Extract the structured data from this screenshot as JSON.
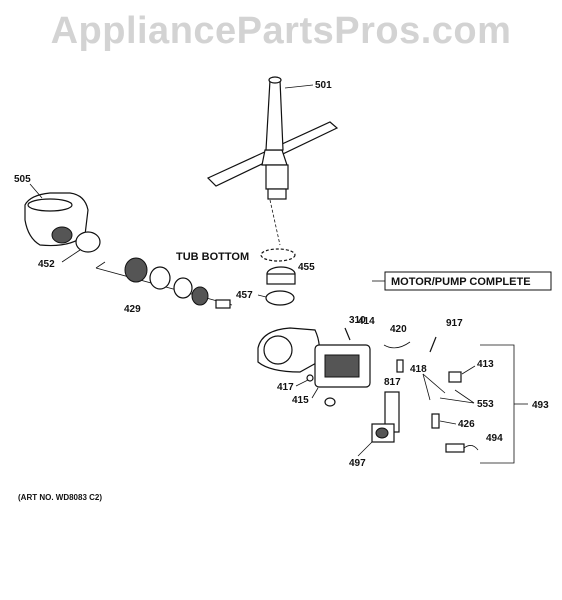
{
  "watermark": "AppliancePartsPros.com",
  "callouts": {
    "c501": "501",
    "c505": "505",
    "c452": "452",
    "c429": "429",
    "c455": "455",
    "c457": "457",
    "c310": "310",
    "c414": "414",
    "c420": "420",
    "c917": "917",
    "c413": "413",
    "c418": "418",
    "c817": "817",
    "c417": "417",
    "c415": "415",
    "c553": "553",
    "c493": "493",
    "c426": "426",
    "c494": "494",
    "c497": "497"
  },
  "labels": {
    "tub_bottom": "TUB BOTTOM",
    "motor_pump": "MOTOR/PUMP COMPLETE"
  },
  "art_number": "(ART NO. WD8083 C2)"
}
